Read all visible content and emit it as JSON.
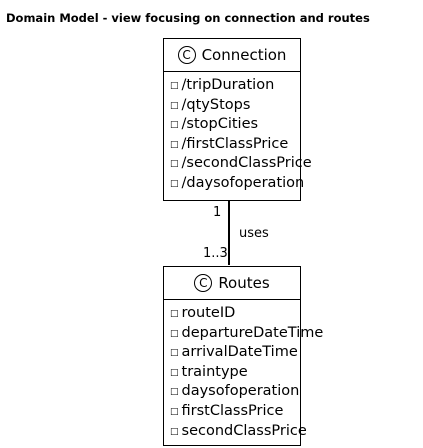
{
  "title": "Domain Model - view focusing on connection and routes",
  "connection": {
    "stereotype": "C",
    "name": "Connection",
    "attributes": [
      "/tripDuration",
      "/qtyStops",
      "/stopCities",
      "/firstClassPrice",
      "/secondClassPrice",
      "/daysofoperation"
    ]
  },
  "routes": {
    "stereotype": "C",
    "name": "Routes",
    "attributes": [
      "routeID",
      "departureDateTime",
      "arrivalDateTime",
      "traintype",
      "daysofoperation",
      "firstClassPrice",
      "secondClassPrice"
    ]
  },
  "association": {
    "label": "uses",
    "multiplicity_top": "1",
    "multiplicity_bottom": "1..3"
  },
  "visibility_glyph": "□"
}
